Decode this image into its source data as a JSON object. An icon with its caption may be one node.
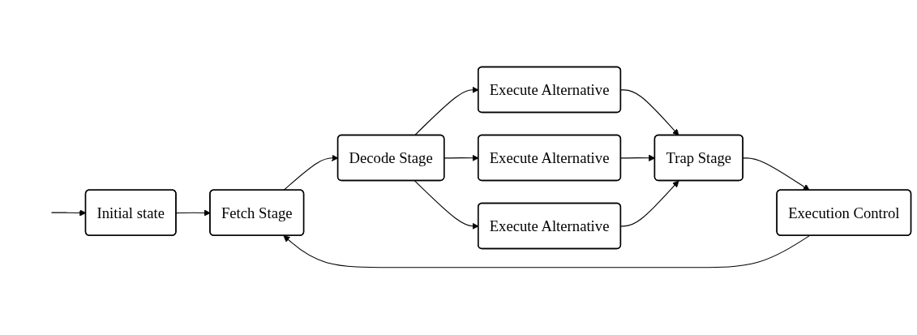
{
  "diagram": {
    "nodes": [
      {
        "text": [
          "Initial state"
        ]
      },
      {
        "text": [
          "Fetch Stage"
        ]
      },
      {
        "text": [
          "Decode Stage"
        ]
      },
      {
        "text": [
          "Execute Alternative"
        ]
      },
      {
        "text": [
          "Execute Alternative"
        ]
      },
      {
        "text": [
          "Execute Alternative"
        ]
      },
      {
        "text": [
          "Trap Stage"
        ]
      },
      {
        "text": [
          "Execution Control"
        ]
      }
    ],
    "edges": [
      {
        "from": null,
        "to": 0,
        "arrow": "to"
      },
      {
        "from": 0,
        "to": 1,
        "arrow": "to"
      },
      {
        "from": 1,
        "to": 2,
        "arrow": "to"
      },
      {
        "from": 2,
        "to": 3,
        "arrow": "to"
      },
      {
        "from": 2,
        "to": 4,
        "arrow": "to"
      },
      {
        "from": 2,
        "to": 5,
        "arrow": "to"
      },
      {
        "from": 3,
        "to": 6,
        "arrow": "to"
      },
      {
        "from": 4,
        "to": 6,
        "arrow": "to"
      },
      {
        "from": 5,
        "to": 6,
        "arrow": "to"
      },
      {
        "from": 6,
        "to": 7,
        "arrow": "to"
      },
      {
        "from": 7,
        "to": 1,
        "arrow": "to"
      }
    ]
  }
}
